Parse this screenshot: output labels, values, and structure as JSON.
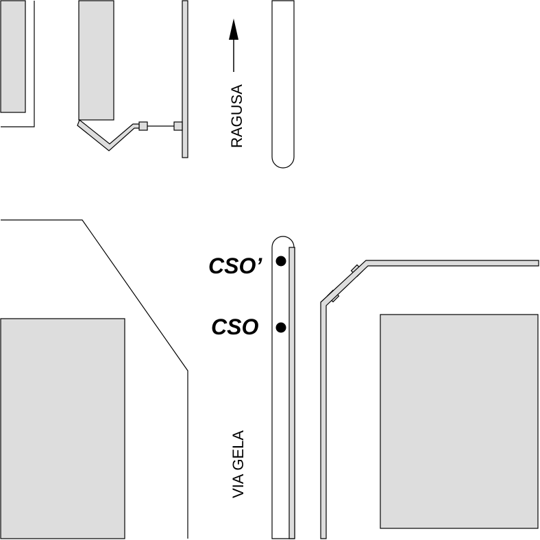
{
  "map": {
    "street_labels": {
      "ragusa": "RAGUSA",
      "via_gela": "VIA GELA"
    },
    "points": {
      "cso_prime": "CSO’",
      "cso": "CSO"
    },
    "colors": {
      "background": "#ffffff",
      "building_fill": "#dddddd",
      "line": "#000000"
    }
  }
}
